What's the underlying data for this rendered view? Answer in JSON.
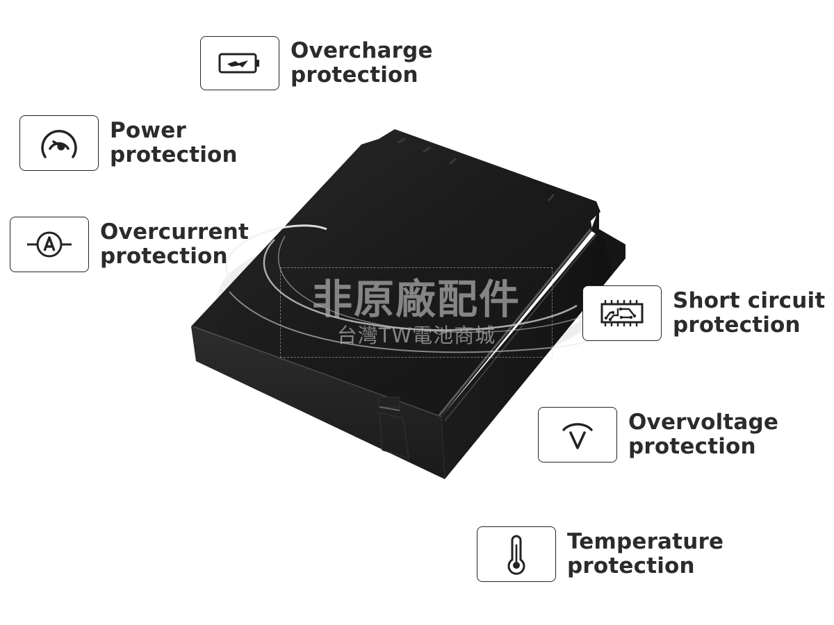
{
  "features": [
    {
      "id": "overcharge",
      "icon": "battery-charging-icon",
      "line1": "Overcharge",
      "line2": "protection"
    },
    {
      "id": "power",
      "icon": "gauge-icon",
      "line1": "Power",
      "line2": "protection"
    },
    {
      "id": "overcurrent",
      "icon": "ammeter-icon",
      "line1": "Overcurrent",
      "line2": "protection"
    },
    {
      "id": "short_circuit",
      "icon": "circuit-chip-icon",
      "line1": "Short circuit",
      "line2": "protection"
    },
    {
      "id": "overvoltage",
      "icon": "voltage-icon",
      "line1": "Overvoltage",
      "line2": "protection"
    },
    {
      "id": "temperature",
      "icon": "thermometer-icon",
      "line1": "Temperature",
      "line2": "protection"
    }
  ],
  "watermark": {
    "main": "非原廠配件",
    "sub": "台灣TW電池商城"
  },
  "colors": {
    "text": "#2b2b2b",
    "border": "#222222",
    "battery": "#1c1c1c"
  }
}
